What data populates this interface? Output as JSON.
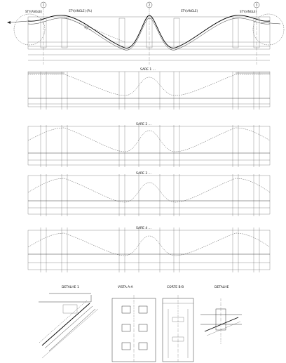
{
  "plan": {
    "axis_marks": [
      "1",
      "2",
      "3"
    ],
    "left_label": "",
    "callouts": [
      "STY(ANGLE)",
      "STY(ANGLE) (PL)",
      "STY(ANGLE)",
      "STY(ANGLE)"
    ],
    "slope_note": "R2 = ..."
  },
  "sections": [
    {
      "title": "SARE 1 ..."
    },
    {
      "title": "SARE 2 ..."
    },
    {
      "title": "SARE 3 ..."
    },
    {
      "title": "SARE 4 ..."
    }
  ],
  "details": [
    {
      "title": "DETALHE 1"
    },
    {
      "title": "VISTA A-A"
    },
    {
      "title": "CORTE B-B"
    },
    {
      "title": "DETALHE"
    }
  ]
}
